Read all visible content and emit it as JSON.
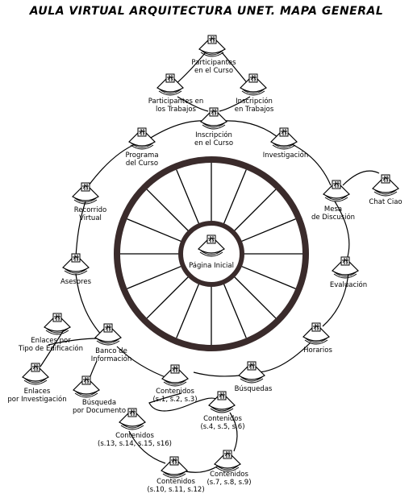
{
  "title": "AULA VIRTUAL ARQUITECTURA UNET. MAPA GENERAL",
  "hub": {
    "label": "Página Inicial"
  },
  "nodes": [
    {
      "id": "participantes-curso",
      "lines": [
        "Participantes",
        "en el Curso"
      ]
    },
    {
      "id": "participantes-trabajos",
      "lines": [
        "Participantes en",
        "los Trabajos"
      ]
    },
    {
      "id": "inscripcion-trabajos",
      "lines": [
        "Inscripción",
        "en Trabajos"
      ]
    },
    {
      "id": "inscripcion-curso",
      "lines": [
        "Inscripción",
        "en el Curso"
      ]
    },
    {
      "id": "programa-curso",
      "lines": [
        "Programa",
        "del Curso"
      ]
    },
    {
      "id": "investigacion",
      "lines": [
        "Investigación"
      ]
    },
    {
      "id": "mesa-discusion",
      "lines": [
        "Mesa",
        "de Discusión"
      ]
    },
    {
      "id": "chat-ciao",
      "lines": [
        "Chat Ciao"
      ]
    },
    {
      "id": "recorrido-virtual",
      "lines": [
        "Recorrido",
        "Virtual"
      ]
    },
    {
      "id": "evaluacion",
      "lines": [
        "Evaluación"
      ]
    },
    {
      "id": "asesores",
      "lines": [
        "Asesores"
      ]
    },
    {
      "id": "horarios",
      "lines": [
        "Horarios"
      ]
    },
    {
      "id": "enlaces-tipo",
      "lines": [
        "Enlaces por",
        "Tipo de Edificación"
      ]
    },
    {
      "id": "banco-informacion",
      "lines": [
        "Banco de",
        "Información"
      ]
    },
    {
      "id": "busquedas",
      "lines": [
        "Búsquedas"
      ]
    },
    {
      "id": "enlaces-investigacion",
      "lines": [
        "Enlaces",
        "por Investigación"
      ]
    },
    {
      "id": "busqueda-documento",
      "lines": [
        "Búsqueda",
        "por Documento"
      ]
    },
    {
      "id": "contenidos-1",
      "lines": [
        "Contenidos",
        "(s.1, s.2, s.3)"
      ]
    },
    {
      "id": "contenidos-4",
      "lines": [
        "Contenidos",
        "(s.4, s.5, s.6)"
      ]
    },
    {
      "id": "contenidos-13",
      "lines": [
        "Contenidos",
        "(s.13, s.14, s.15, s16)"
      ]
    },
    {
      "id": "contenidos-7",
      "lines": [
        "Contenidos",
        "(s.7, s.8, s.9)"
      ]
    },
    {
      "id": "contenidos-10",
      "lines": [
        "Contenidos",
        "(s.10, s.11, s.12)"
      ]
    }
  ]
}
